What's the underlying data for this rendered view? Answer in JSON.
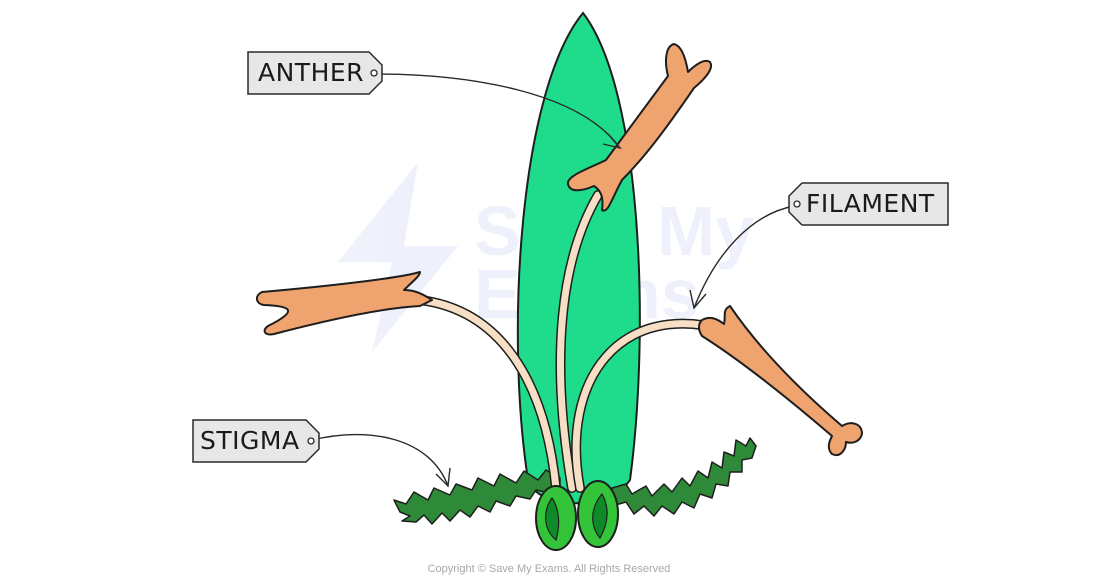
{
  "labels": {
    "anther": "ANTHER",
    "filament": "FILAMENT",
    "stigma": "STIGMA"
  },
  "watermark": {
    "line1": "Save My",
    "line2": "Exams"
  },
  "copyright": "Copyright © Save My Exams. All Rights Reserved",
  "colors": {
    "leaf": "#1fdc8c",
    "anther": "#efa36e",
    "filament": "#f6dfc4",
    "stigma": "#2e8a39",
    "ovary": "#34c43a",
    "tag_fill": "#e7e7e7",
    "outline": "#1e1e1e"
  }
}
